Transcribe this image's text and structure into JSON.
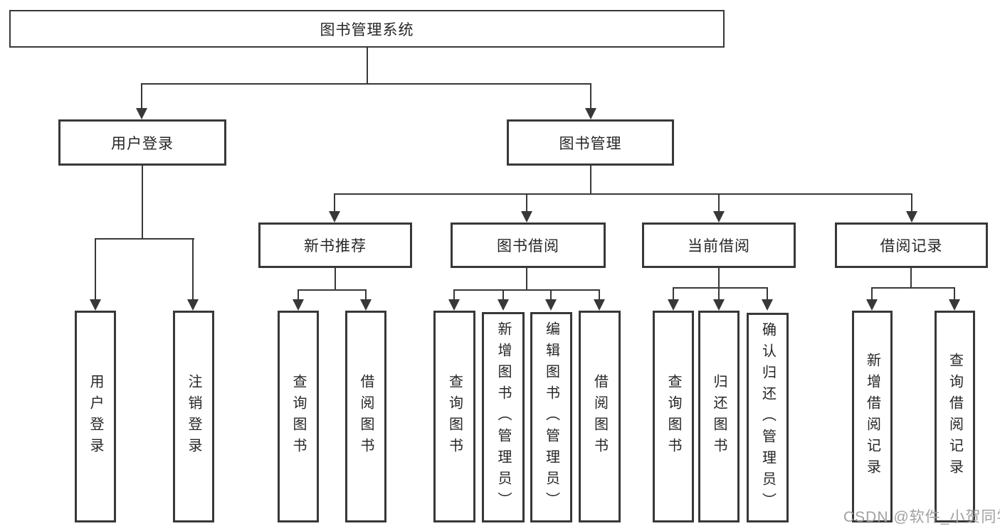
{
  "diagram": {
    "root": {
      "label": "图书管理系统"
    },
    "branches": [
      {
        "label": "用户登录",
        "leaves": [
          "用户登录",
          "注销登录"
        ]
      },
      {
        "label": "图书管理",
        "children": [
          {
            "label": "新书推荐",
            "leaves": [
              "查询图书",
              "借阅图书"
            ]
          },
          {
            "label": "图书借阅",
            "leaves": [
              "查询图书",
              "新增图书（管理员）",
              "编辑图书（管理员）",
              "借阅图书"
            ]
          },
          {
            "label": "当前借阅",
            "leaves": [
              "查询图书",
              "归还图书",
              "确认归还（管理员）"
            ]
          },
          {
            "label": "借阅记录",
            "leaves": [
              "新增借阅记录",
              "查询借阅记录"
            ]
          }
        ]
      }
    ]
  },
  "watermark": {
    "text": "CSDN @软件_小贺同学"
  },
  "colors": {
    "line": "#383838",
    "text": "#262626",
    "background": "#ffffff",
    "watermark": "#a0a0a0"
  }
}
